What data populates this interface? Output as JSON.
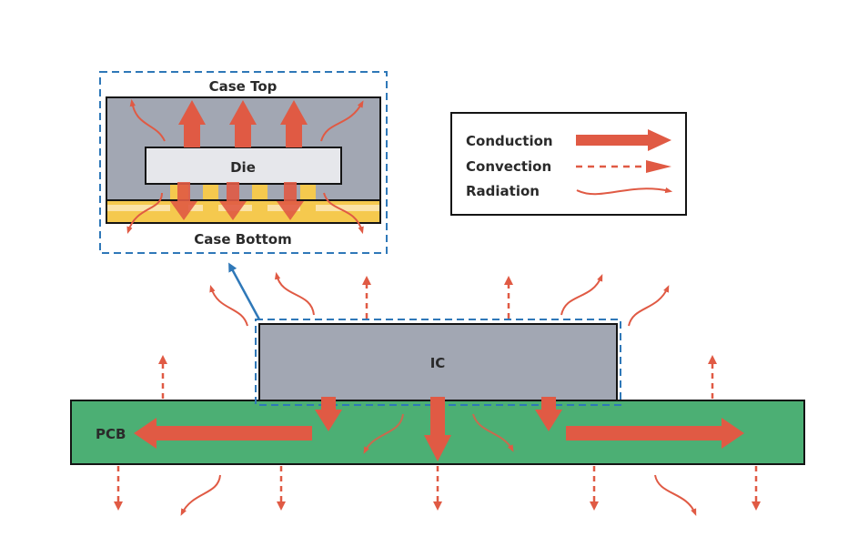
{
  "inset": {
    "case_top_label": "Case Top",
    "die_label": "Die",
    "case_bottom_label": "Case Bottom"
  },
  "legend": {
    "conduction_label": "Conduction",
    "convection_label": "Convection",
    "radiation_label": "Radiation"
  },
  "main": {
    "ic_label": "IC",
    "pcb_label": "PCB"
  },
  "colors": {
    "heat_arrow": "#e05a44",
    "case_fill": "#a2a7b3",
    "die_fill": "#e6e7eb",
    "solder_light": "#fbe3a8",
    "solder_dark": "#f5c94e",
    "pcb_fill": "#4caf74",
    "ic_fill": "#a2a7b3",
    "callout_blue": "#2f78b8",
    "outline": "#141414"
  }
}
